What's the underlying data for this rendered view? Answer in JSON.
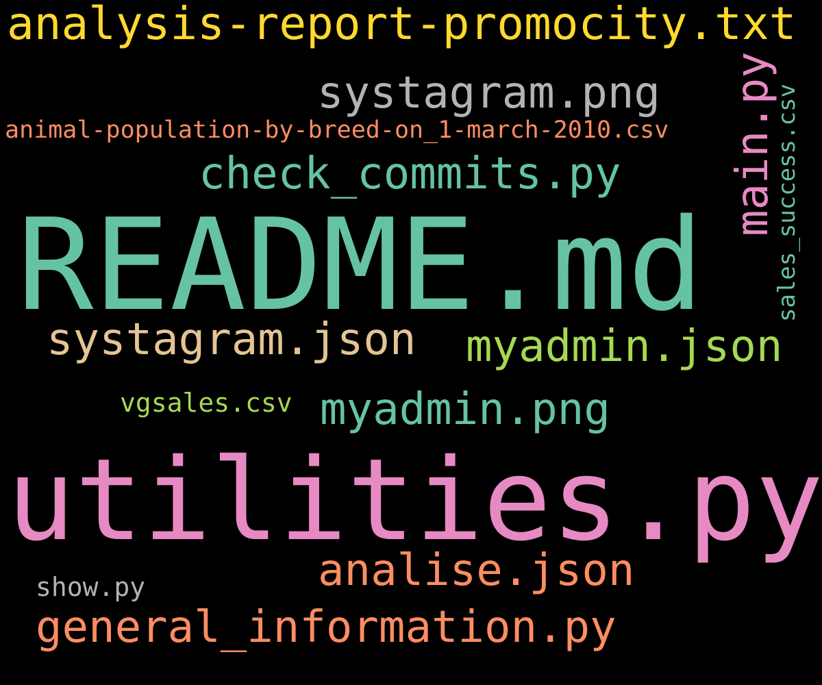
{
  "words": [
    {
      "text": "analysis-report-promocity.txt",
      "color": "#ffd92f"
    },
    {
      "text": "systagram.png",
      "color": "#b3b3b3"
    },
    {
      "text": "main.py",
      "color": "#e78ac3"
    },
    {
      "text": "sales_success.csv",
      "color": "#66c2a5"
    },
    {
      "text": "animal-population-by-breed-on_1-march-2010.csv",
      "color": "#fc8d62"
    },
    {
      "text": "check_commits.py",
      "color": "#66c2a5"
    },
    {
      "text": "README.md",
      "color": "#66c2a5"
    },
    {
      "text": "systagram.json",
      "color": "#e5c494"
    },
    {
      "text": "myadmin.json",
      "color": "#a6d854"
    },
    {
      "text": "vgsales.csv",
      "color": "#a6d854"
    },
    {
      "text": "myadmin.png",
      "color": "#66c2a5"
    },
    {
      "text": "utilities.py",
      "color": "#e78ac3"
    },
    {
      "text": "analise.json",
      "color": "#fc8d62"
    },
    {
      "text": "show.py",
      "color": "#b3b3b3"
    },
    {
      "text": "general_information.py",
      "color": "#fc8d62"
    }
  ]
}
